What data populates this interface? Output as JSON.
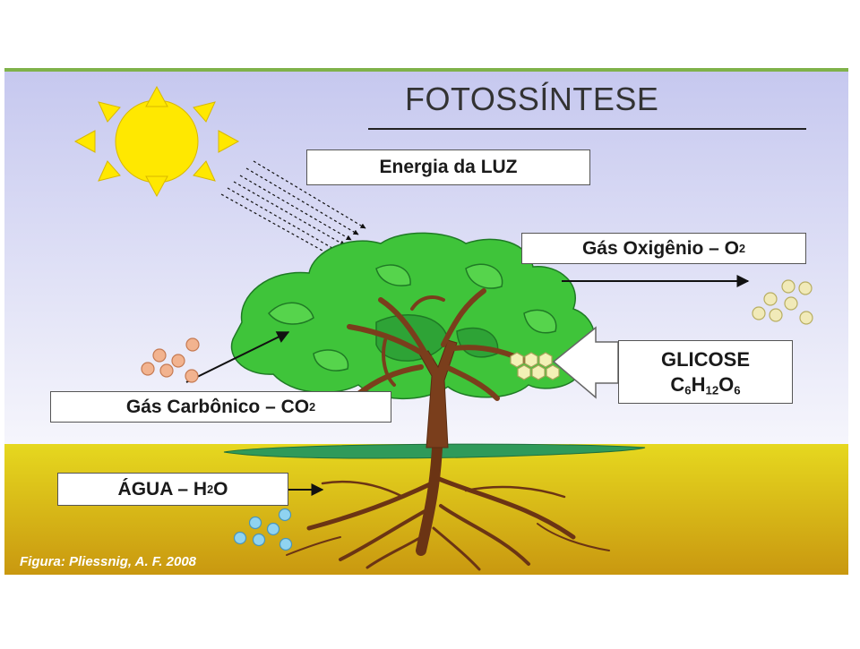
{
  "diagram": {
    "title": "FOTOSSÍNTESE",
    "labels": {
      "light": "Energia da LUZ",
      "oxygen_text": "Gás Oxigênio – O",
      "oxygen_sub": "2",
      "carbon_text": "Gás Carbônico – CO",
      "carbon_sub": "2",
      "glucose_line1": "GLICOSE",
      "glucose_c": "C",
      "glucose_c_sub": "6",
      "glucose_h": "H",
      "glucose_h_sub": "12",
      "glucose_o": "O",
      "glucose_o_sub": "6",
      "water_text": "ÁGUA – H",
      "water_sub": "2",
      "water_tail": "O"
    },
    "credit": "Figura: Pliessnig, A. F. 2008"
  },
  "colors": {
    "sky_top": "#c9cbf0",
    "sky_bottom": "#f4f4fb",
    "soil_top": "#e2d21e",
    "soil_bottom": "#c99a10",
    "leaf": "#3fc43a",
    "leaf_dark": "#1f8a28",
    "trunk": "#7a3e1c",
    "sun": "#ffe800",
    "top_rule": "#7fb24a",
    "oxygen_dots": "#f1eab8",
    "carbon_dots": "#f2b38f",
    "water_dots": "#8fd3f0",
    "glucose_hex": "#f3f1b6"
  }
}
